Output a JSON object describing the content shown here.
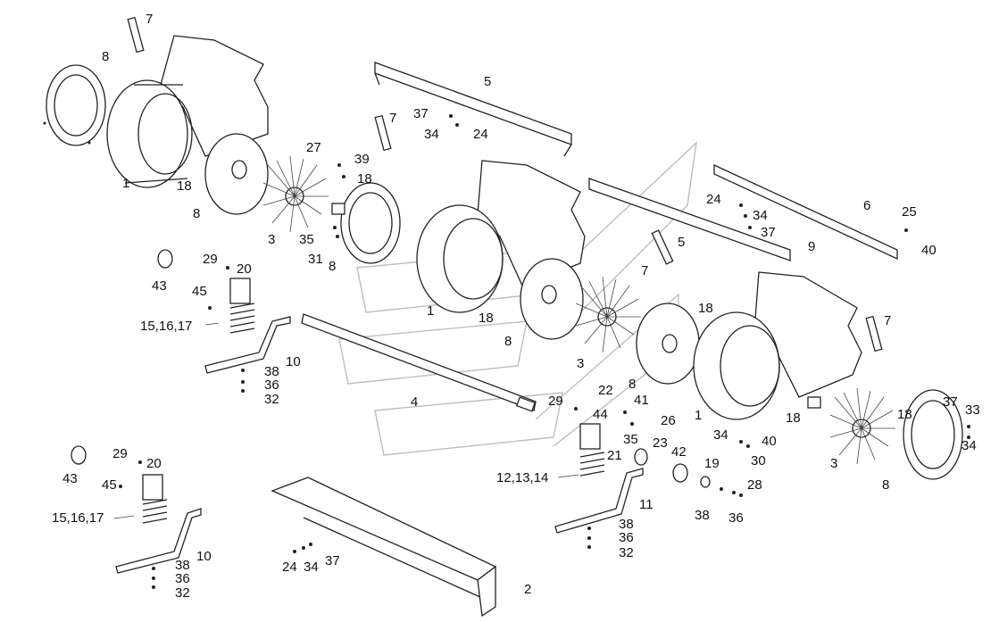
{
  "diagram": {
    "callouts": [
      {
        "id": "c7a",
        "text": "7"
      },
      {
        "id": "c8a",
        "text": "8"
      },
      {
        "id": "c5a",
        "text": "5"
      },
      {
        "id": "c7b",
        "text": "7"
      },
      {
        "id": "c37a",
        "text": "37"
      },
      {
        "id": "c34a",
        "text": "34"
      },
      {
        "id": "c24a",
        "text": "24"
      },
      {
        "id": "c27",
        "text": "27"
      },
      {
        "id": "c39",
        "text": "39"
      },
      {
        "id": "c18a",
        "text": "18"
      },
      {
        "id": "c1a",
        "text": "1"
      },
      {
        "id": "c18b",
        "text": "18"
      },
      {
        "id": "c8b",
        "text": "8"
      },
      {
        "id": "c3a",
        "text": "3"
      },
      {
        "id": "c35a",
        "text": "35"
      },
      {
        "id": "c31",
        "text": "31"
      },
      {
        "id": "c8c",
        "text": "8"
      },
      {
        "id": "c24b",
        "text": "24"
      },
      {
        "id": "c34b",
        "text": "34"
      },
      {
        "id": "c6",
        "text": "6"
      },
      {
        "id": "c25",
        "text": "25"
      },
      {
        "id": "c37b",
        "text": "37"
      },
      {
        "id": "c9",
        "text": "9"
      },
      {
        "id": "c40a",
        "text": "40"
      },
      {
        "id": "c5b",
        "text": "5"
      },
      {
        "id": "c7c",
        "text": "7"
      },
      {
        "id": "c29a",
        "text": "29"
      },
      {
        "id": "c20a",
        "text": "20"
      },
      {
        "id": "c43a",
        "text": "43"
      },
      {
        "id": "c45a",
        "text": "45"
      },
      {
        "id": "c151617a",
        "text": "15,16,17"
      },
      {
        "id": "c1b",
        "text": "1"
      },
      {
        "id": "c18c",
        "text": "18"
      },
      {
        "id": "c18d",
        "text": "18"
      },
      {
        "id": "c8d",
        "text": "8"
      },
      {
        "id": "c7d",
        "text": "7"
      },
      {
        "id": "c10a",
        "text": "10"
      },
      {
        "id": "c38a",
        "text": "38"
      },
      {
        "id": "c36a",
        "text": "36"
      },
      {
        "id": "c32a",
        "text": "32"
      },
      {
        "id": "c3b",
        "text": "3"
      },
      {
        "id": "c4",
        "text": "4"
      },
      {
        "id": "c22",
        "text": "22"
      },
      {
        "id": "c8e",
        "text": "8"
      },
      {
        "id": "c29b",
        "text": "29"
      },
      {
        "id": "c41",
        "text": "41"
      },
      {
        "id": "c44",
        "text": "44"
      },
      {
        "id": "c26",
        "text": "26"
      },
      {
        "id": "c1c",
        "text": "1"
      },
      {
        "id": "c18e",
        "text": "18"
      },
      {
        "id": "c18f",
        "text": "18"
      },
      {
        "id": "c37c",
        "text": "37"
      },
      {
        "id": "c33",
        "text": "33"
      },
      {
        "id": "c34c",
        "text": "34"
      },
      {
        "id": "c34d",
        "text": "34"
      },
      {
        "id": "c40b",
        "text": "40"
      },
      {
        "id": "c35b",
        "text": "35"
      },
      {
        "id": "c23",
        "text": "23"
      },
      {
        "id": "c30",
        "text": "30"
      },
      {
        "id": "c21",
        "text": "21"
      },
      {
        "id": "c42",
        "text": "42"
      },
      {
        "id": "c19",
        "text": "19"
      },
      {
        "id": "c3c",
        "text": "3"
      },
      {
        "id": "c8f",
        "text": "8"
      },
      {
        "id": "c121314",
        "text": "12,13,14"
      },
      {
        "id": "c28",
        "text": "28"
      },
      {
        "id": "c11",
        "text": "11"
      },
      {
        "id": "c38b",
        "text": "38"
      },
      {
        "id": "c36b",
        "text": "36"
      },
      {
        "id": "c43b",
        "text": "43"
      },
      {
        "id": "c29c",
        "text": "29"
      },
      {
        "id": "c20b",
        "text": "20"
      },
      {
        "id": "c45b",
        "text": "45"
      },
      {
        "id": "c151617b",
        "text": "15,16,17"
      },
      {
        "id": "c10b",
        "text": "10"
      },
      {
        "id": "c38c",
        "text": "38"
      },
      {
        "id": "c36c",
        "text": "36"
      },
      {
        "id": "c32b",
        "text": "32"
      },
      {
        "id": "c24c",
        "text": "24"
      },
      {
        "id": "c34e",
        "text": "34"
      },
      {
        "id": "c37d",
        "text": "37"
      },
      {
        "id": "c2",
        "text": "2"
      },
      {
        "id": "c38d",
        "text": "38"
      },
      {
        "id": "c36d",
        "text": "36"
      },
      {
        "id": "c32c",
        "text": "32"
      }
    ]
  }
}
